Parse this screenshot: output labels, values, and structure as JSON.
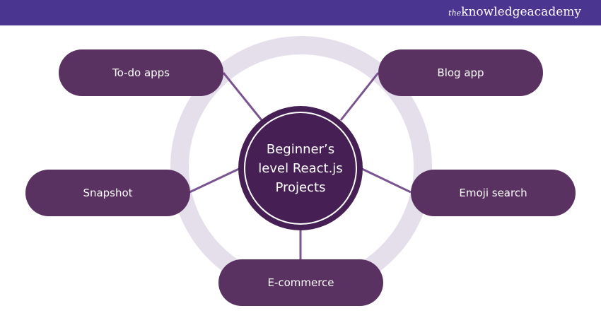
{
  "brand": {
    "prefix": "the",
    "name": "knowledgeacademy"
  },
  "center": {
    "line1": "Beginner’s",
    "line2": "level React.js",
    "line3": "Projects"
  },
  "nodes": [
    "To-do apps",
    "Blog app",
    "Snapshot",
    "Emoji search",
    "E-commerce"
  ],
  "colors": {
    "header": "#4a3590",
    "pill": "#5a3262",
    "center": "#461f54",
    "ring": "#e5dfeb",
    "connector": "#7a5490"
  }
}
